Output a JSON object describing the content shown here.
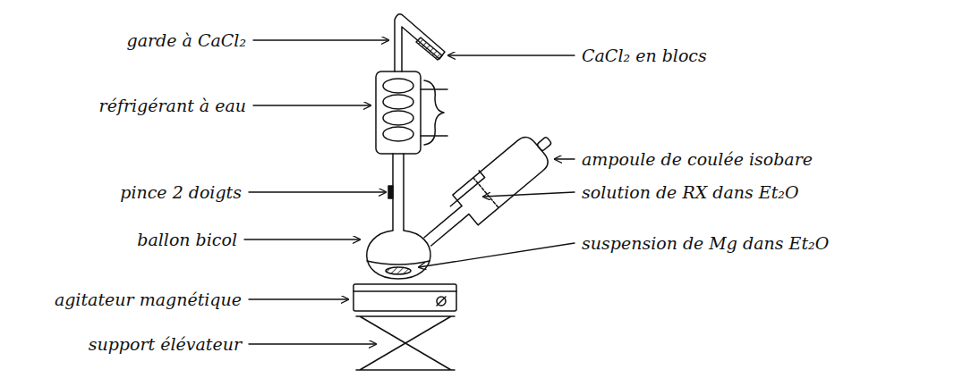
{
  "diagram": {
    "labels": [
      "garde à CaCl₂",
      "CaCl₂ en blocs",
      "réfrigérant à eau",
      "ampoule de coulée isobare",
      "pince 2 doigts",
      "solution de RX dans Et₂O",
      "ballon bicol",
      "suspension de Mg dans Et₂O",
      "agitateur magnétique",
      "support élévateur"
    ]
  }
}
